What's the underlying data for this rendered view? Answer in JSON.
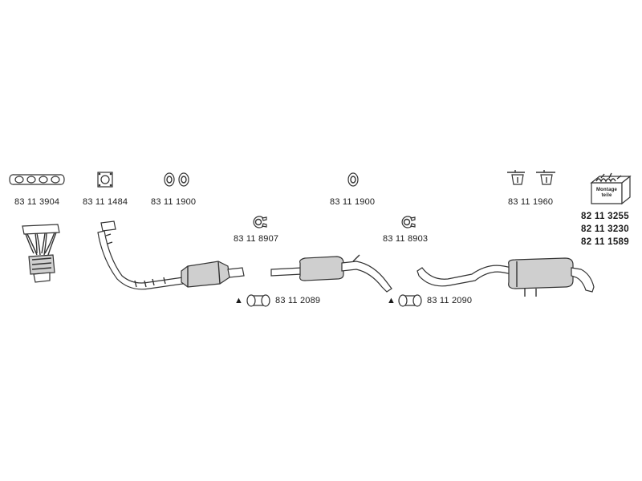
{
  "parts": {
    "gasket_manifold": "83 11 3904",
    "gasket_square": "83 11 1484",
    "gasket_pair_front": "83 11 1900",
    "gasket_center": "83 11 1900",
    "hanger_pair": "83 11 1960",
    "clamp_front": "83 11 8907",
    "clamp_mid": "83 11 8903",
    "sleeve_front": "83 11 2089",
    "sleeve_mid": "83 11 2090"
  },
  "kit": {
    "box_text": "Montage teile",
    "codes": [
      "82 11 3255",
      "82 11 3230",
      "82 11 1589"
    ]
  },
  "warning_symbol": "▲",
  "colors": {
    "line": "#333333",
    "shade": "#cfcfcf",
    "text": "#1a1a1a"
  }
}
